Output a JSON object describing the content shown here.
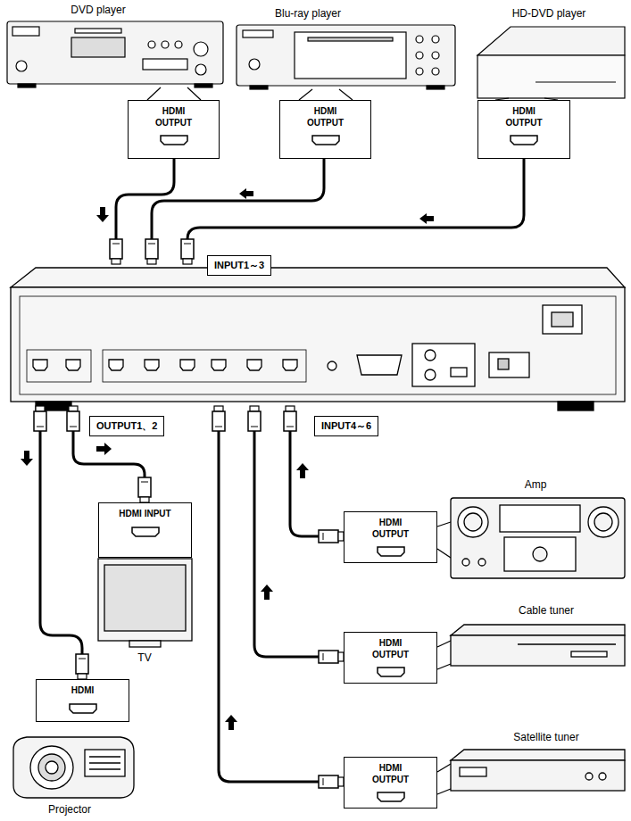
{
  "diagram": {
    "nodes": [
      {
        "text": [
          "HDMI OUTPUT"
        ]
      },
      {
        "text": [
          "HDMI OUTPUT"
        ]
      },
      {
        "text": [
          "HDMI OUTPUT"
        ]
      },
      {
        "text": [
          "INPUT1～3"
        ]
      },
      {
        "text": [
          "OUTPUT1、2"
        ]
      },
      {
        "text": [
          "INPUT4～6"
        ]
      },
      {
        "text": [
          "HDMI INPUT"
        ]
      },
      {
        "text": [
          "HDMI OUTPUT"
        ]
      },
      {
        "text": [
          "HDMI OUTPUT"
        ]
      },
      {
        "text": [
          "HDMI"
        ]
      },
      {
        "text": [
          "HDMI OUTPUT"
        ]
      }
    ],
    "labels": [
      "DVD player",
      "Blu-ray player",
      "HD-DVD player",
      "Amp",
      "Cable tuner",
      "TV",
      "Satellite tuner",
      "Projector"
    ]
  }
}
